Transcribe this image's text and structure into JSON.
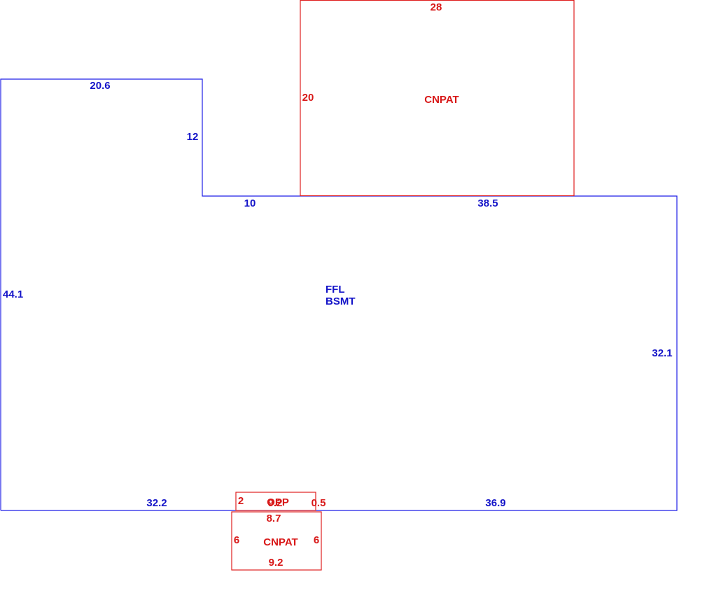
{
  "colors": {
    "main_area": "#1e1ee6",
    "addition_area": "#e02020"
  },
  "main_area": {
    "labels": [
      "FFL",
      "BSMT"
    ],
    "dimensions": {
      "top_left": "20.6",
      "left_step": "12",
      "step_top": "10",
      "top_right": "38.5",
      "left": "44.1",
      "right": "32.1",
      "bottom_left": "32.2",
      "bottom_right": "36.9"
    }
  },
  "patio_top": {
    "label": "CNPAT",
    "dimensions": {
      "top": "28",
      "left": "20"
    }
  },
  "opp_area": {
    "label": "OPP",
    "dimensions": {
      "overlap": "9.2",
      "left": "2",
      "right": "0.5",
      "bottom": "8.7"
    }
  },
  "patio_bottom": {
    "label": "CNPAT",
    "dimensions": {
      "left": "6",
      "right": "6",
      "bottom": "9.2"
    }
  }
}
